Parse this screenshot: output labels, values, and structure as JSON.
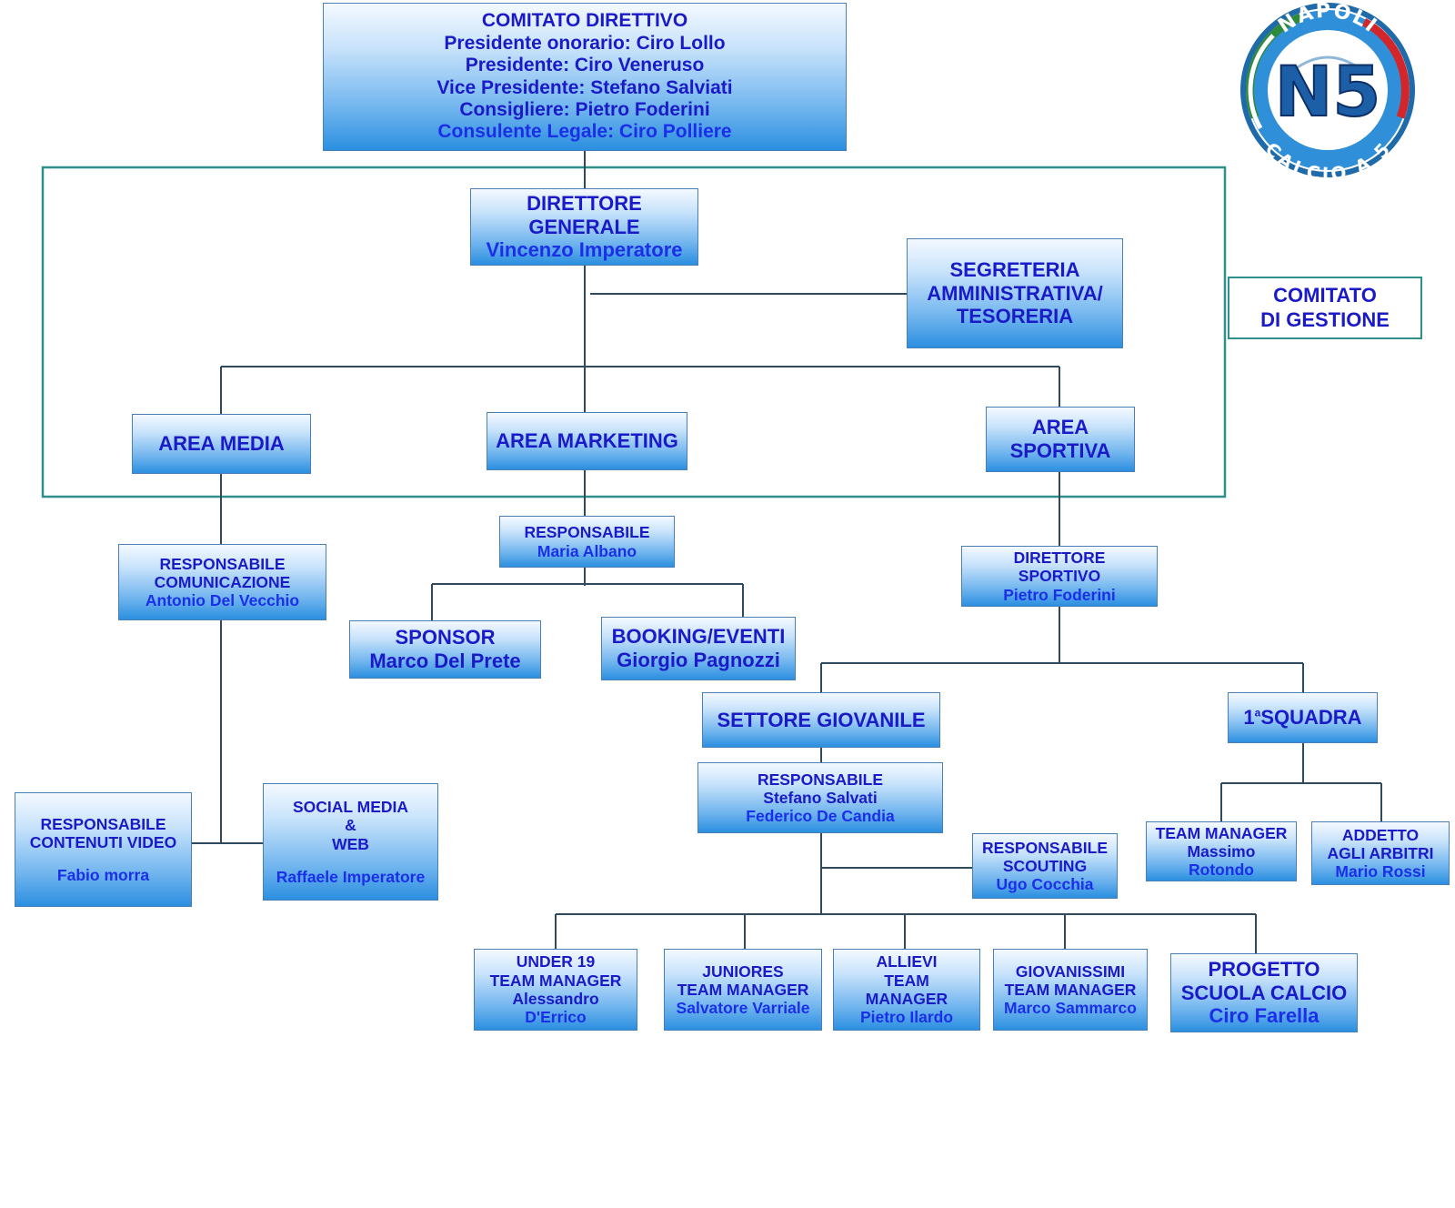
{
  "colors": {
    "text": "#1a1ac8",
    "box_top": "#f4f9ff",
    "box_bottom": "#2b8fe0",
    "connector": "#2f4a5e",
    "frame": "#2f8f8a"
  },
  "logo": {
    "top_text": "NAPOLI",
    "bottom_text": "CALCIO A 5",
    "mark": "N5",
    "icon": "napoli-calcio-a5-badge"
  },
  "comitato_direttivo": {
    "title": "COMITATO DIRETTIVO",
    "lines": [
      "Presidente onorario: Ciro Lollo",
      "Presidente: Ciro Veneruso",
      "Vice Presidente: Stefano Salviati",
      "Consigliere: Pietro Foderini",
      "Consulente Legale: Ciro Polliere"
    ]
  },
  "comitato_gestione": {
    "line1": "COMITATO",
    "line2": "DI GESTIONE"
  },
  "direttore_generale": {
    "line1": "DIRETTORE",
    "line2": "GENERALE",
    "name": "Vincenzo Imperatore"
  },
  "segreteria": {
    "line1": "SEGRETERIA",
    "line2": "AMMINISTRATIVA/",
    "line3": "TESORERIA"
  },
  "area_media": {
    "label": "AREA MEDIA"
  },
  "area_marketing": {
    "label": "AREA MARKETING"
  },
  "area_sportiva": {
    "line1": "AREA",
    "line2": "SPORTIVA"
  },
  "resp_comunicazione": {
    "line1": "RESPONSABILE",
    "line2": "COMUNICAZIONE",
    "name": "Antonio Del Vecchio"
  },
  "resp_marketing": {
    "line1": "RESPONSABILE",
    "name": "Maria Albano"
  },
  "direttore_sportivo": {
    "line1": "DIRETTORE",
    "line2": "SPORTIVO",
    "name": "Pietro Foderini"
  },
  "sponsor": {
    "line1": "SPONSOR",
    "name": "Marco Del Prete"
  },
  "booking": {
    "line1": "BOOKING/EVENTI",
    "name": "Giorgio Pagnozzi"
  },
  "settore_giovanile": {
    "label": "SETTORE GIOVANILE"
  },
  "prima_squadra": {
    "label_pre": "1",
    "label_sup": "a",
    "label_post": "SQUADRA"
  },
  "resp_giovanile": {
    "line1": "RESPONSABILE",
    "name1": "Stefano Salvati",
    "name2": "Federico De Candia"
  },
  "resp_scouting": {
    "line1": "RESPONSABILE",
    "line2": "SCOUTING",
    "name": "Ugo Cocchia"
  },
  "team_manager_1s": {
    "line1": "TEAM MANAGER",
    "name1": "Massimo",
    "name2": "Rotondo"
  },
  "addetto_arbitri": {
    "line1": "ADDETTO",
    "line2": "AGLI ARBITRI",
    "name": "Mario Rossi"
  },
  "resp_video": {
    "line1": "RESPONSABILE",
    "line2": "CONTENUTI VIDEO",
    "name": "Fabio morra"
  },
  "social_media": {
    "line1": "SOCIAL MEDIA",
    "line2": "&",
    "line3": "WEB",
    "name": "Raffaele Imperatore"
  },
  "under19": {
    "line1": "UNDER 19",
    "line2": "TEAM MANAGER",
    "name1": "Alessandro",
    "name2": "D'Errico"
  },
  "juniores": {
    "line1": "JUNIORES",
    "line2": "TEAM MANAGER",
    "name": "Salvatore Varriale"
  },
  "allievi": {
    "line1": "ALLIEVI",
    "line2": "TEAM",
    "line3": "MANAGER",
    "name": "Pietro Ilardo"
  },
  "giovanissimi": {
    "line1": "GIOVANISSIMI",
    "line2": "TEAM MANAGER",
    "name": "Marco Sammarco"
  },
  "scuola_calcio": {
    "line1": "PROGETTO",
    "line2": "SCUOLA CALCIO",
    "name": "Ciro Farella"
  }
}
